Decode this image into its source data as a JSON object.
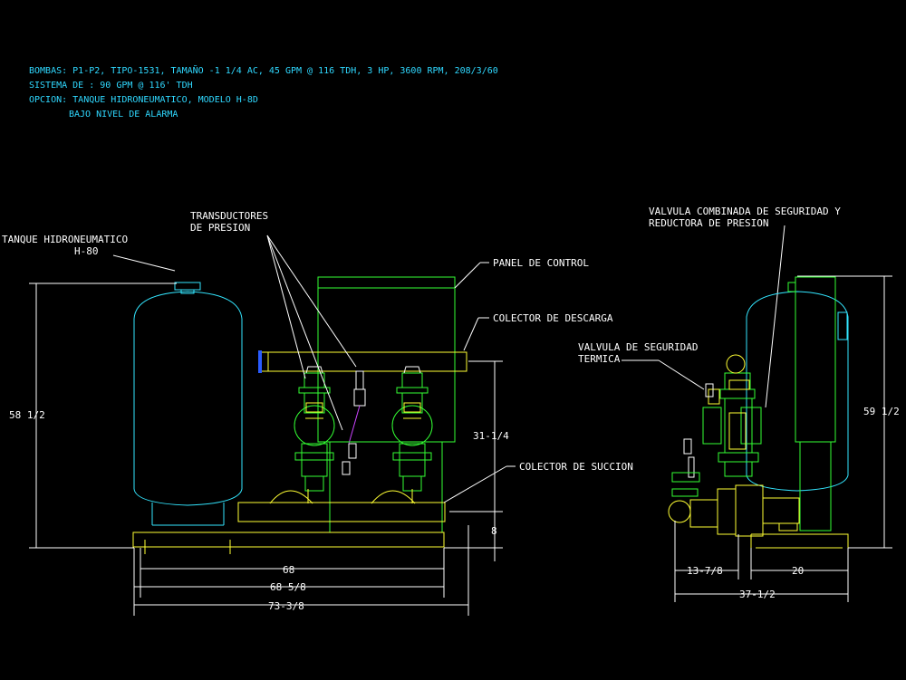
{
  "notes": [
    "BOMBAS: P1-P2, TIPO-1531, TAMAÑO -1 1/4 AC, 45 GPM @ 116 TDH, 3 HP, 3600 RPM, 208/3/60",
    "SISTEMA DE : 90 GPM @ 116' TDH",
    "OPCION: TANQUE HIDRONEUMATICO, MODELO H-8D",
    "BAJO NIVEL DE ALARMA"
  ],
  "labels": {
    "tanque_1": "TANQUE HIDRONEUMATICO",
    "tanque_2": "H-80",
    "transductores_1": "TRANSDUCTORES",
    "transductores_2": "DE PRESION",
    "panel": "PANEL DE CONTROL",
    "descarga": "COLECTOR DE DESCARGA",
    "succion": "COLECTOR DE SUCCION",
    "valvula_comb_1": "VALVULA COMBINADA DE SEGURIDAD Y",
    "valvula_comb_2": "REDUCTORA DE PRESION",
    "valvula_term_1": "VALVULA DE SEGURIDAD",
    "valvula_term_2": "TERMICA"
  },
  "dimensions": {
    "height_front": "58 1/2",
    "height_side": "59 1/2",
    "pump_height": "31-1/4",
    "base_height": "8",
    "width_68": "68",
    "width_68_5_8": "68 5/8",
    "width_73": "73-3/8",
    "side_13": "13-7/8",
    "side_20": "20",
    "side_37": "37-1/2"
  },
  "colors": {
    "cad_green": "#33ff33",
    "cad_cyan": "#33e6ff",
    "cad_yellow": "#ffff33",
    "cad_white": "#ffffff",
    "cad_magenta": "#cc44ff",
    "background": "#000000"
  }
}
